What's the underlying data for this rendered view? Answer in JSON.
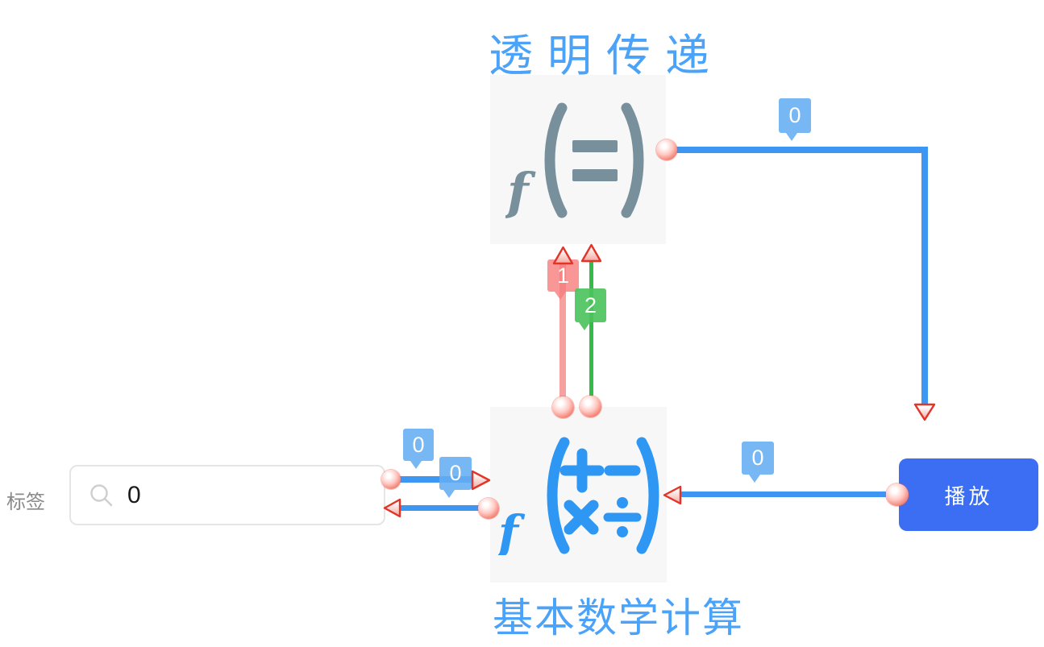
{
  "colors": {
    "title-blue": "#4aa3f8",
    "wire-blue": "#3e96f3",
    "badge-blue": "#64adf2",
    "node-bg": "#f7f7f8",
    "icon-gray": "#78909c",
    "icon-blue": "#2e96f3",
    "button-blue": "#3b6ef2",
    "wire-pink": "#f58f8f",
    "badge-pink": "#f77d7d",
    "wire-green": "#35bb49",
    "badge-green": "#4cc35e",
    "port-red": "#f1786a"
  },
  "nodes": {
    "passthrough": {
      "title": "透明传递",
      "icon": "function-equals-icon"
    },
    "math": {
      "title": "基本数学计算",
      "icon": "function-math-icon"
    }
  },
  "controls": {
    "label_field": {
      "label": "标签",
      "value": "0",
      "icon": "search-icon"
    },
    "play_button": {
      "label": "播放"
    }
  },
  "wires": {
    "pass_out": {
      "badge": "0"
    },
    "play_to_math": {
      "badge": "0"
    },
    "label_to_math": {
      "badge": "0"
    },
    "math_to_label": {
      "badge": "0"
    },
    "math_input_one": {
      "badge": "1"
    },
    "math_input_two": {
      "badge": "2"
    }
  }
}
